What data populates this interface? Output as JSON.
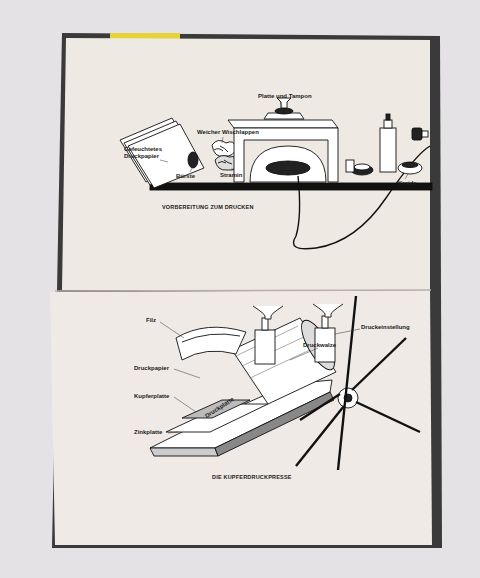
{
  "diagram": {
    "labels": [
      "Platte und Tampon",
      "Gefeuchtetes Druckpapier",
      "Weicher Wischlappen",
      "Bürste",
      "Stramin",
      "Kreide",
      "VORBEREITUNG ZUM DRUCKEN",
      "Filz",
      "Druckwalze",
      "Druckeinstellung",
      "Druckpapier",
      "Kupferplatte",
      "Zinkplatte",
      "Druckplatte",
      "DIE KUPFERDRUCKPRESSE"
    ]
  }
}
